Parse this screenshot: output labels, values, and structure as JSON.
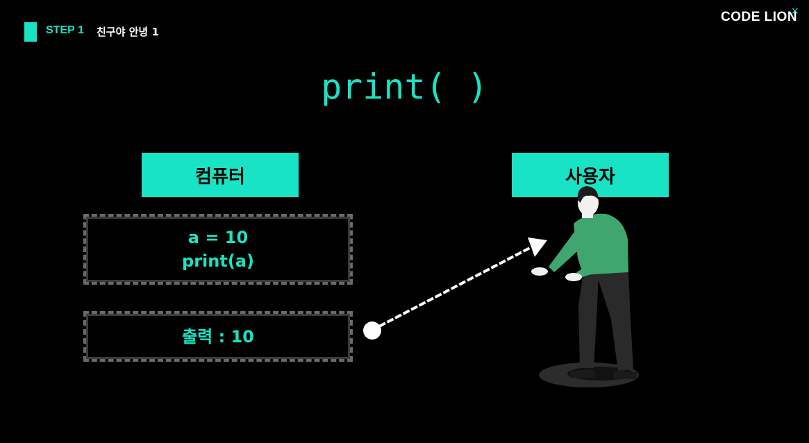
{
  "header": {
    "step_label": "STEP 1",
    "step_title": "친구야 안녕 1",
    "logo": "CODE LION"
  },
  "slide": {
    "code_title": "print( )",
    "computer_label": "컴퓨터",
    "user_label": "사용자",
    "code_lines": [
      "a = 10",
      "print(a)"
    ],
    "output_text": "출력 : 10"
  },
  "colors": {
    "accent": "#19e3c5",
    "background": "#000000",
    "shirt": "#3fa66f",
    "pants": "#2a2a2a"
  },
  "icons": {
    "logo_mark": "x-icon",
    "arrow": "arrow-icon",
    "person": "person-illustration"
  }
}
